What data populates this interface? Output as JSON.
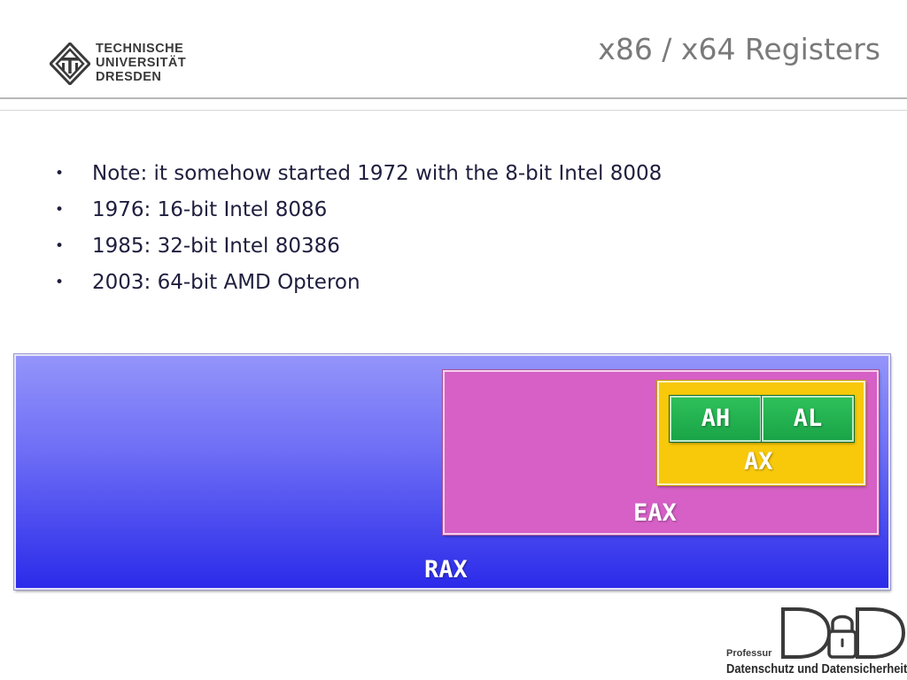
{
  "header": {
    "logo": {
      "icon": "tu-dresden-logo-icon",
      "lines": [
        "TECHNISCHE",
        "UNIVERSITÄT",
        "DRESDEN"
      ]
    },
    "title": "x86 / x64 Registers"
  },
  "bullet_glyph": "•",
  "bullets": [
    "Note: it somehow started 1972 with the 8-bit Intel 8008",
    "1976: 16-bit Intel 8086",
    "1985: 32-bit Intel 80386",
    "2003: 64-bit AMD Opteron"
  ],
  "diagram": {
    "rax": {
      "label": "RAX",
      "color": "#3535ee"
    },
    "eax": {
      "label": "EAX",
      "color": "#d660c6"
    },
    "ax": {
      "label": "AX",
      "color": "#f8c80a"
    },
    "ah": {
      "label": "AH",
      "color": "#22b04f"
    },
    "al": {
      "label": "AL",
      "color": "#22b04f"
    }
  },
  "footer": {
    "logo_icon": "dud-lock-logo-icon",
    "logo_letters": [
      "D",
      "D"
    ],
    "professorship_label": "Professur",
    "professorship_name": "Datenschutz und Datensicherheit"
  }
}
